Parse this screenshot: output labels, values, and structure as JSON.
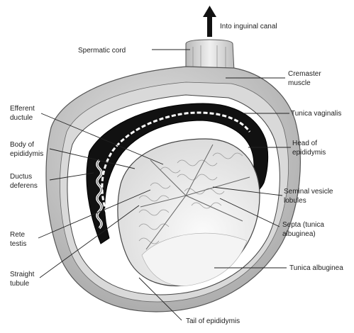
{
  "labels": {
    "inguinal": "Into inguinal canal",
    "spermatic_cord": "Spermatic cord",
    "cremaster_1": "Cremaster",
    "cremaster_2": "muscle",
    "efferent_1": "Efferent",
    "efferent_2": "ductule",
    "tunica_vaginalis": "Tunica vaginalis",
    "body_epi_1": "Body of",
    "body_epi_2": "epididymis",
    "head_epi_1": "Head of",
    "head_epi_2": "epididymis",
    "ductus_1": "Ductus",
    "ductus_2": "deferens",
    "seminal_1": "Seminal vesicle",
    "seminal_2": "lobules",
    "rete_1": "Rete",
    "rete_2": "testis",
    "septa_1": "Septa (tunica",
    "septa_2": "albuginea)",
    "straight_1": "Straight",
    "straight_2": "tubule",
    "tunica_albuginea": "Tunica albuginea",
    "tail_epi": "Tail of epididymis"
  }
}
